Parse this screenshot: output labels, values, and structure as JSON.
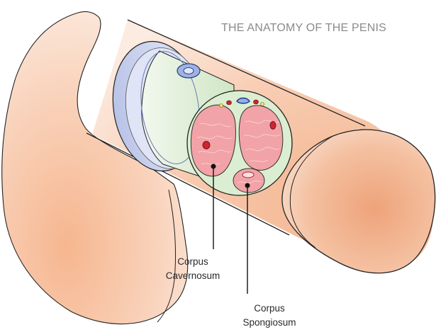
{
  "title": "THE ANATOMY OF THE PENIS",
  "labels": {
    "corpus_cavernosum": {
      "line1": "Corpus",
      "line2": "Cavernosum"
    },
    "corpus_spongiosum": {
      "line1": "Corpus",
      "line2": "Spongiosum"
    }
  },
  "colors": {
    "skin": "#f7c9ae",
    "skin_dark": "#f2b48f",
    "tunica_blue": "#c5cdea",
    "fascia_green": "#d7ebcf",
    "erectile_pink": "#f0a2a6",
    "artery_red": "#d0262f",
    "vein_blue": "#4a6fc0",
    "outline": "#222222"
  }
}
